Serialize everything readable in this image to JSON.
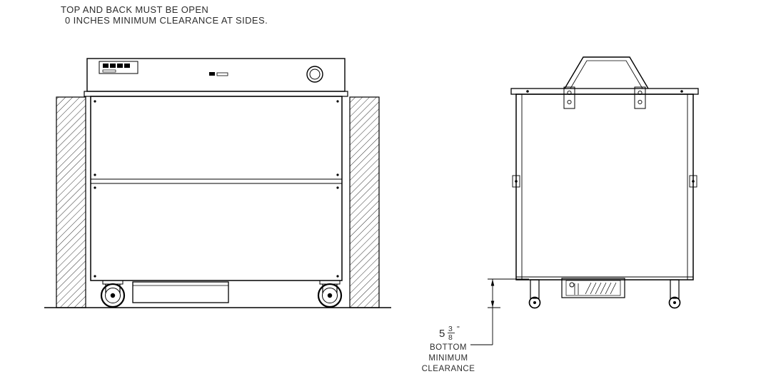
{
  "notes": {
    "line1": "TOP AND BACK MUST BE OPEN",
    "line2": "0 INCHES MINIMUM CLEARANCE AT SIDES."
  },
  "dimension": {
    "whole": "5",
    "numerator": "3",
    "denominator": "8",
    "unit": "\"",
    "label1": "BOTTOM",
    "label2": "MINIMUM",
    "label3": "CLEARANCE"
  },
  "colors": {
    "line": "#000000",
    "text": "#2d2d2d",
    "background": "#ffffff"
  }
}
